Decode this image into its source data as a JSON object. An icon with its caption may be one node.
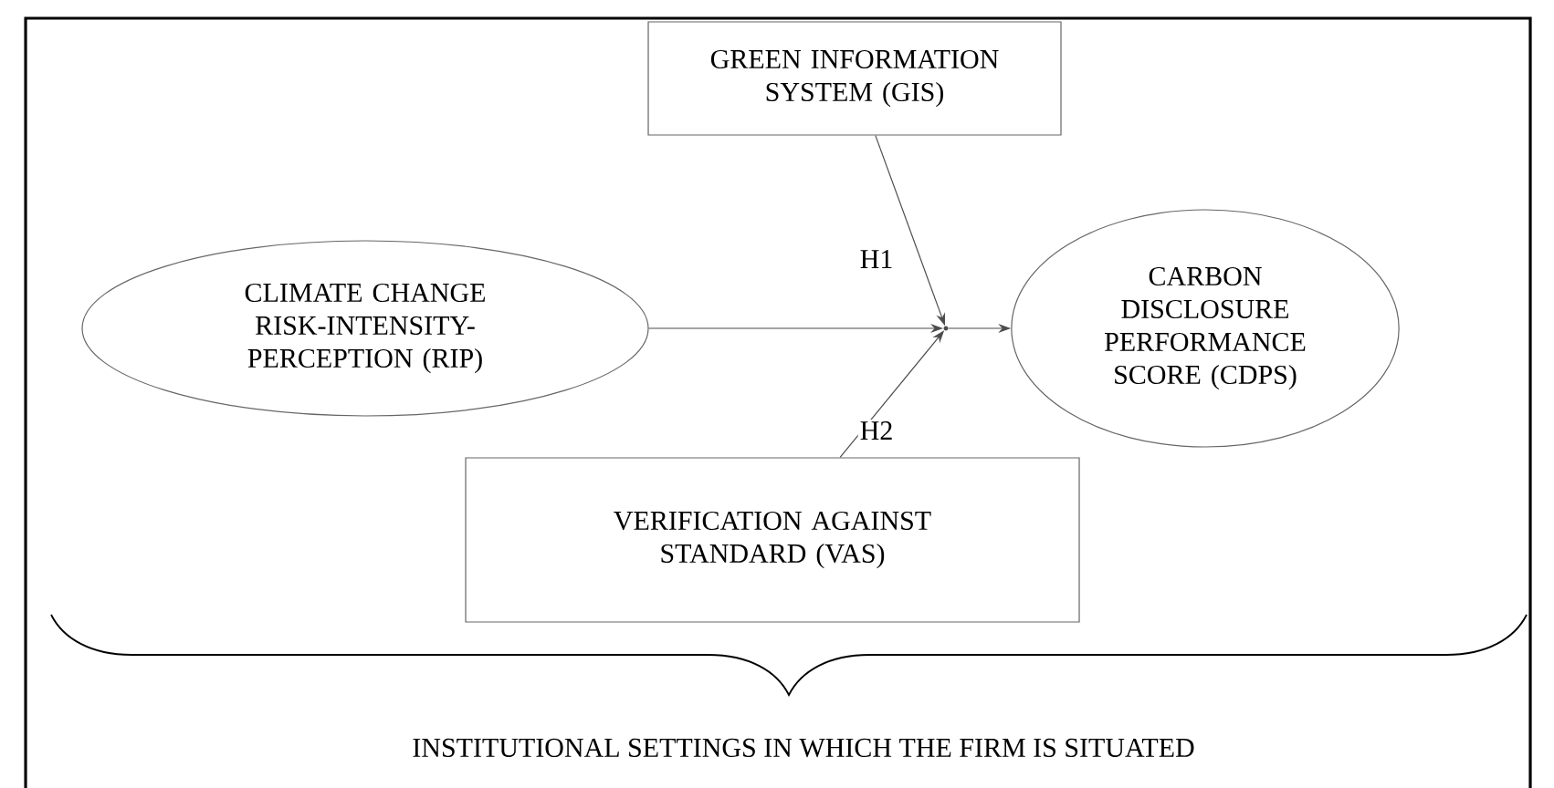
{
  "diagram": {
    "nodes": [
      {
        "text": [
          "GREEN INFORMATION SYSTEM (GIS)"
        ]
      },
      {
        "text": [
          "CLIMATE CHANGE RISK-INTENSITY-PERCEPTION (RIP)"
        ]
      },
      {
        "text": [],
        "shape": "point"
      },
      {
        "text": [
          "CARBON DISCLOSURE PERFORMANCE SCORE (CDPS)"
        ]
      },
      {
        "text": [
          "VERIFICATION AGAINST STANDARD (VAS)"
        ]
      }
    ],
    "edges": [
      {
        "from": 1,
        "to": 2,
        "arrow": "to"
      },
      {
        "from": 2,
        "to": 3,
        "arrow": "to"
      },
      {
        "from": 0,
        "to": 2,
        "arrow": "to",
        "label": "H1"
      },
      {
        "from": 4,
        "to": 2,
        "arrow": "to",
        "label": "H2"
      }
    ],
    "labels": [
      "INSTITUTIONAL SETTINGS IN WHICH THE FIRM IS SITUATED"
    ]
  }
}
